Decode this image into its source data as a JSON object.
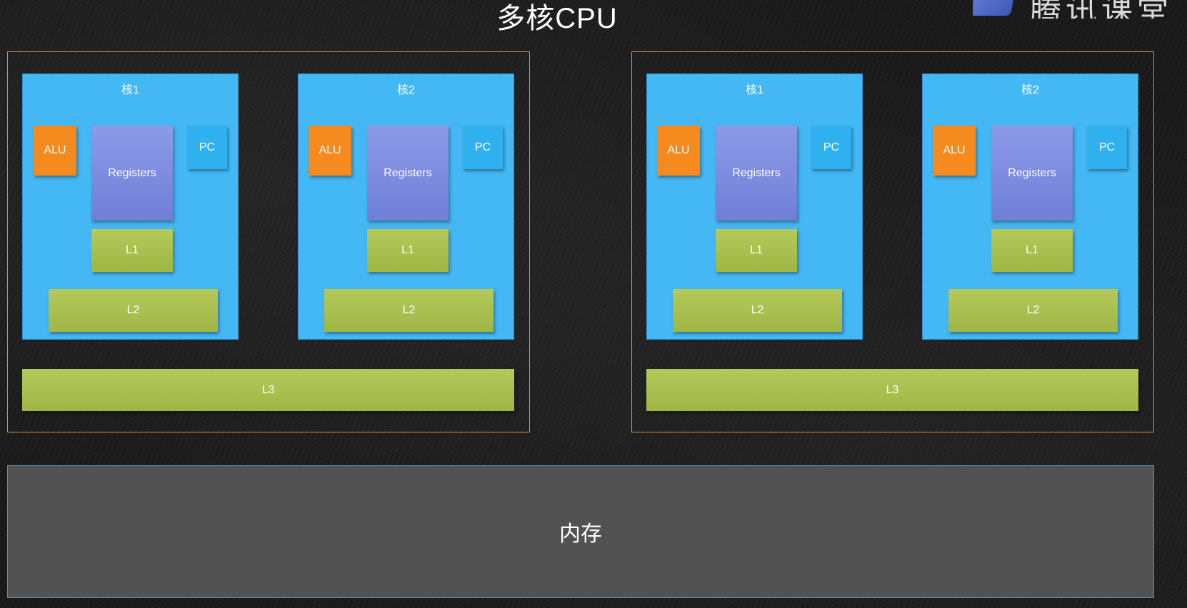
{
  "title": "多核CPU",
  "logo_text": "腾讯课堂",
  "cpus": [
    {
      "cores": [
        {
          "label": "核1",
          "alu": "ALU",
          "registers": "Registers",
          "pc": "PC",
          "l1": "L1",
          "l2": "L2"
        },
        {
          "label": "核2",
          "alu": "ALU",
          "registers": "Registers",
          "pc": "PC",
          "l1": "L1",
          "l2": "L2"
        }
      ],
      "l3": "L3"
    },
    {
      "cores": [
        {
          "label": "核1",
          "alu": "ALU",
          "registers": "Registers",
          "pc": "PC",
          "l1": "L1",
          "l2": "L2"
        },
        {
          "label": "核2",
          "alu": "ALU",
          "registers": "Registers",
          "pc": "PC",
          "l1": "L1",
          "l2": "L2"
        }
      ],
      "l3": "L3"
    }
  ],
  "memory": "内存",
  "colors": {
    "cpu_border": "#e9893a",
    "core": "#44b8f4",
    "alu": "#f58a1f",
    "registers": "#7f8de0",
    "pc": "#2fb1f0",
    "cache": "#a9bf4f",
    "memory": "#525252"
  }
}
